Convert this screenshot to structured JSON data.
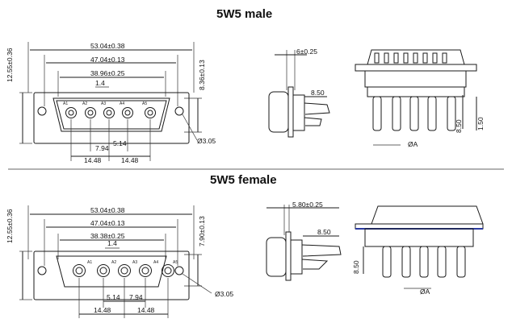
{
  "male": {
    "title": "5W5 male",
    "dims": {
      "overall": "53.04±0.38",
      "mount": "47.04±0.13",
      "shell": "38.96±0.25",
      "pitch_small": "1.4",
      "height": "12.55±0.36",
      "right_h": "8.36±0.13",
      "d1": "7.94",
      "d2": "5.14",
      "w1": "14.48",
      "w2": "14.48",
      "hole": "Ø3.05",
      "side_thk": "6±0.25",
      "side_len": "8.50",
      "pin_len": "8.50",
      "pin_short": "1.50",
      "pin_dia": "ØA"
    },
    "contact_labels": [
      "A1",
      "A2",
      "A3",
      "A4",
      "A5"
    ]
  },
  "female": {
    "title": "5W5 female",
    "dims": {
      "overall": "53.04±0.38",
      "mount": "47.04±0.13",
      "shell": "38.38±0.25",
      "pitch_small": "1.4",
      "height": "12.55±0.36",
      "right_h": "7.90±0.13",
      "d1": "5.14",
      "d2": "7.94",
      "w1": "14.48",
      "w2": "14.48",
      "hole": "Ø3.05",
      "side_thk": "5.80±0.25",
      "side_len": "8.50",
      "pin_len": "8.50",
      "pin_dia": "ØA"
    },
    "contact_labels": [
      "A1",
      "A2",
      "A3",
      "A4",
      "A5"
    ]
  }
}
